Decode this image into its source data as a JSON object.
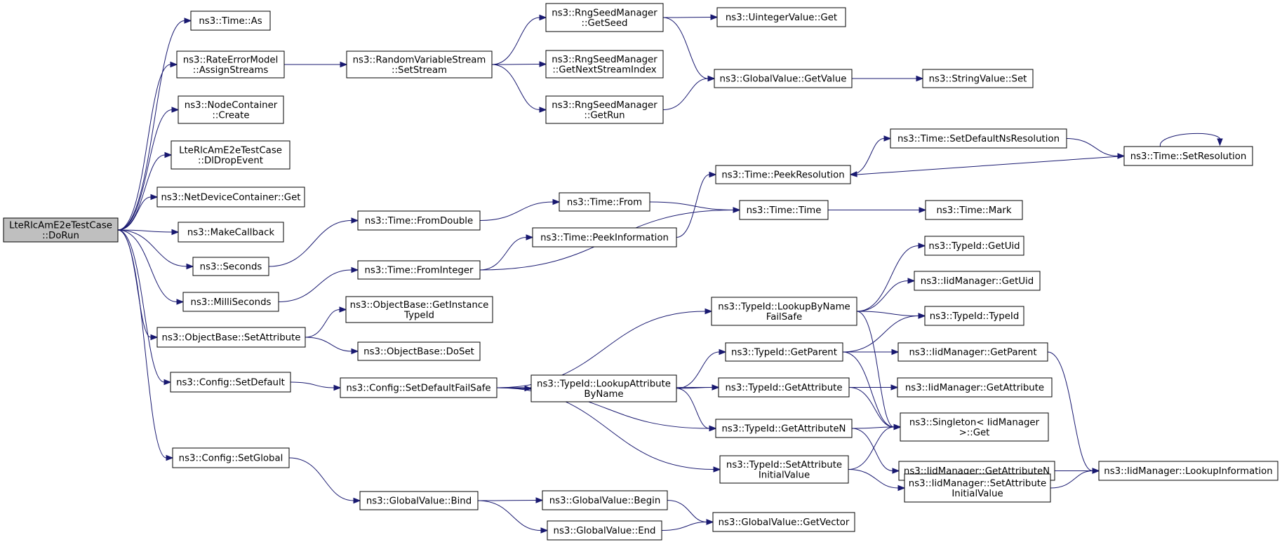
{
  "diagram": {
    "nodes": [
      {
        "id": "root",
        "lines": [
          "LteRlcAmE2eTestCase",
          "::DoRun"
        ],
        "root": true
      },
      {
        "id": "n1",
        "lines": [
          "ns3::Time::As"
        ]
      },
      {
        "id": "n2",
        "lines": [
          "ns3::RateErrorModel",
          "::AssignStreams"
        ]
      },
      {
        "id": "n3",
        "lines": [
          "ns3::NodeContainer",
          "::Create"
        ]
      },
      {
        "id": "n4",
        "lines": [
          "LteRlcAmE2eTestCase",
          "::DlDropEvent"
        ]
      },
      {
        "id": "n5",
        "lines": [
          "ns3::NetDeviceContainer::Get"
        ]
      },
      {
        "id": "n6",
        "lines": [
          "ns3::MakeCallback"
        ]
      },
      {
        "id": "n7",
        "lines": [
          "ns3::Seconds"
        ]
      },
      {
        "id": "n8",
        "lines": [
          "ns3::MilliSeconds"
        ]
      },
      {
        "id": "n9",
        "lines": [
          "ns3::ObjectBase::SetAttribute"
        ]
      },
      {
        "id": "n10",
        "lines": [
          "ns3::Config::SetDefault"
        ]
      },
      {
        "id": "n11",
        "lines": [
          "ns3::Config::SetGlobal"
        ]
      },
      {
        "id": "n12",
        "lines": [
          "ns3::RandomVariableStream",
          "::SetStream"
        ]
      },
      {
        "id": "n13",
        "lines": [
          "ns3::Time::FromDouble"
        ]
      },
      {
        "id": "n14",
        "lines": [
          "ns3::Time::FromInteger"
        ]
      },
      {
        "id": "n15",
        "lines": [
          "ns3::ObjectBase::GetInstance",
          "TypeId"
        ]
      },
      {
        "id": "n16",
        "lines": [
          "ns3::ObjectBase::DoSet"
        ]
      },
      {
        "id": "n17",
        "lines": [
          "ns3::Config::SetDefaultFailSafe"
        ]
      },
      {
        "id": "n18",
        "lines": [
          "ns3::GlobalValue::Bind"
        ]
      },
      {
        "id": "n19",
        "lines": [
          "ns3::RngSeedManager",
          "::GetSeed"
        ]
      },
      {
        "id": "n20",
        "lines": [
          "ns3::RngSeedManager",
          "::GetNextStreamIndex"
        ]
      },
      {
        "id": "n21",
        "lines": [
          "ns3::RngSeedManager",
          "::GetRun"
        ]
      },
      {
        "id": "n22",
        "lines": [
          "ns3::Time::From"
        ]
      },
      {
        "id": "n23",
        "lines": [
          "ns3::Time::PeekInformation"
        ]
      },
      {
        "id": "n24",
        "lines": [
          "ns3::TypeId::LookupAttribute",
          "ByName"
        ]
      },
      {
        "id": "n25",
        "lines": [
          "ns3::GlobalValue::Begin"
        ]
      },
      {
        "id": "n26",
        "lines": [
          "ns3::GlobalValue::End"
        ]
      },
      {
        "id": "n27",
        "lines": [
          "ns3::UintegerValue::Get"
        ]
      },
      {
        "id": "n28",
        "lines": [
          "ns3::GlobalValue::GetValue"
        ]
      },
      {
        "id": "n29",
        "lines": [
          "ns3::Time::PeekResolution"
        ]
      },
      {
        "id": "n30",
        "lines": [
          "ns3::Time::Time"
        ]
      },
      {
        "id": "n31",
        "lines": [
          "ns3::TypeId::LookupByName",
          "FailSafe"
        ]
      },
      {
        "id": "n32",
        "lines": [
          "ns3::TypeId::GetParent"
        ]
      },
      {
        "id": "n33",
        "lines": [
          "ns3::TypeId::GetAttribute"
        ]
      },
      {
        "id": "n34",
        "lines": [
          "ns3::TypeId::GetAttributeN"
        ]
      },
      {
        "id": "n35",
        "lines": [
          "ns3::TypeId::SetAttribute",
          "InitialValue"
        ]
      },
      {
        "id": "n36",
        "lines": [
          "ns3::GlobalValue::GetVector"
        ]
      },
      {
        "id": "n37",
        "lines": [
          "ns3::Time::SetDefaultNsResolution"
        ]
      },
      {
        "id": "n38",
        "lines": [
          "ns3::StringValue::Set"
        ]
      },
      {
        "id": "n39",
        "lines": [
          "ns3::Time::Mark"
        ]
      },
      {
        "id": "n40",
        "lines": [
          "ns3::TypeId::GetUid"
        ]
      },
      {
        "id": "n41",
        "lines": [
          "ns3::IidManager::GetUid"
        ]
      },
      {
        "id": "n42",
        "lines": [
          "ns3::TypeId::TypeId"
        ]
      },
      {
        "id": "n43",
        "lines": [
          "ns3::IidManager::GetParent"
        ]
      },
      {
        "id": "n44",
        "lines": [
          "ns3::IidManager::GetAttribute"
        ]
      },
      {
        "id": "n45",
        "lines": [
          "ns3::Singleton< IidManager",
          " >::Get"
        ]
      },
      {
        "id": "n46",
        "lines": [
          "ns3::IidManager::GetAttributeN"
        ]
      },
      {
        "id": "n47",
        "lines": [
          "ns3::IidManager::SetAttribute",
          "InitialValue"
        ]
      },
      {
        "id": "n48",
        "lines": [
          "ns3::Time::SetResolution"
        ]
      },
      {
        "id": "n49",
        "lines": [
          "ns3::IidManager::LookupInformation"
        ]
      }
    ],
    "edges": [
      [
        "root",
        "n1"
      ],
      [
        "root",
        "n2"
      ],
      [
        "root",
        "n3"
      ],
      [
        "root",
        "n4"
      ],
      [
        "root",
        "n5"
      ],
      [
        "root",
        "n6"
      ],
      [
        "root",
        "n7"
      ],
      [
        "root",
        "n8"
      ],
      [
        "root",
        "n9"
      ],
      [
        "root",
        "n10"
      ],
      [
        "root",
        "n11"
      ],
      [
        "n2",
        "n12"
      ],
      [
        "n7",
        "n13"
      ],
      [
        "n8",
        "n14"
      ],
      [
        "n9",
        "n15"
      ],
      [
        "n9",
        "n16"
      ],
      [
        "n10",
        "n17"
      ],
      [
        "n11",
        "n18"
      ],
      [
        "n12",
        "n19"
      ],
      [
        "n12",
        "n20"
      ],
      [
        "n12",
        "n21"
      ],
      [
        "n13",
        "n22"
      ],
      [
        "n14",
        "n23"
      ],
      [
        "n14",
        "n30"
      ],
      [
        "n17",
        "n24"
      ],
      [
        "n17",
        "n31"
      ],
      [
        "n17",
        "n33"
      ],
      [
        "n17",
        "n34"
      ],
      [
        "n17",
        "n35"
      ],
      [
        "n18",
        "n25"
      ],
      [
        "n18",
        "n26"
      ],
      [
        "n19",
        "n27"
      ],
      [
        "n19",
        "n28"
      ],
      [
        "n21",
        "n28"
      ],
      [
        "n22",
        "n30"
      ],
      [
        "n23",
        "n29"
      ],
      [
        "n24",
        "n32"
      ],
      [
        "n24",
        "n33"
      ],
      [
        "n24",
        "n34"
      ],
      [
        "n25",
        "n36"
      ],
      [
        "n26",
        "n36"
      ],
      [
        "n28",
        "n38"
      ],
      [
        "n29",
        "n37"
      ],
      [
        "n37",
        "n48"
      ],
      [
        "n48",
        "n29"
      ],
      [
        "n48",
        "n48"
      ],
      [
        "n30",
        "n39"
      ],
      [
        "n31",
        "n40"
      ],
      [
        "n31",
        "n41"
      ],
      [
        "n31",
        "n42"
      ],
      [
        "n31",
        "n45"
      ],
      [
        "n32",
        "n42"
      ],
      [
        "n32",
        "n43"
      ],
      [
        "n32",
        "n45"
      ],
      [
        "n33",
        "n44"
      ],
      [
        "n33",
        "n45"
      ],
      [
        "n34",
        "n45"
      ],
      [
        "n34",
        "n46"
      ],
      [
        "n35",
        "n45"
      ],
      [
        "n35",
        "n47"
      ],
      [
        "n43",
        "n49"
      ],
      [
        "n46",
        "n49"
      ],
      [
        "n47",
        "n49"
      ]
    ]
  }
}
